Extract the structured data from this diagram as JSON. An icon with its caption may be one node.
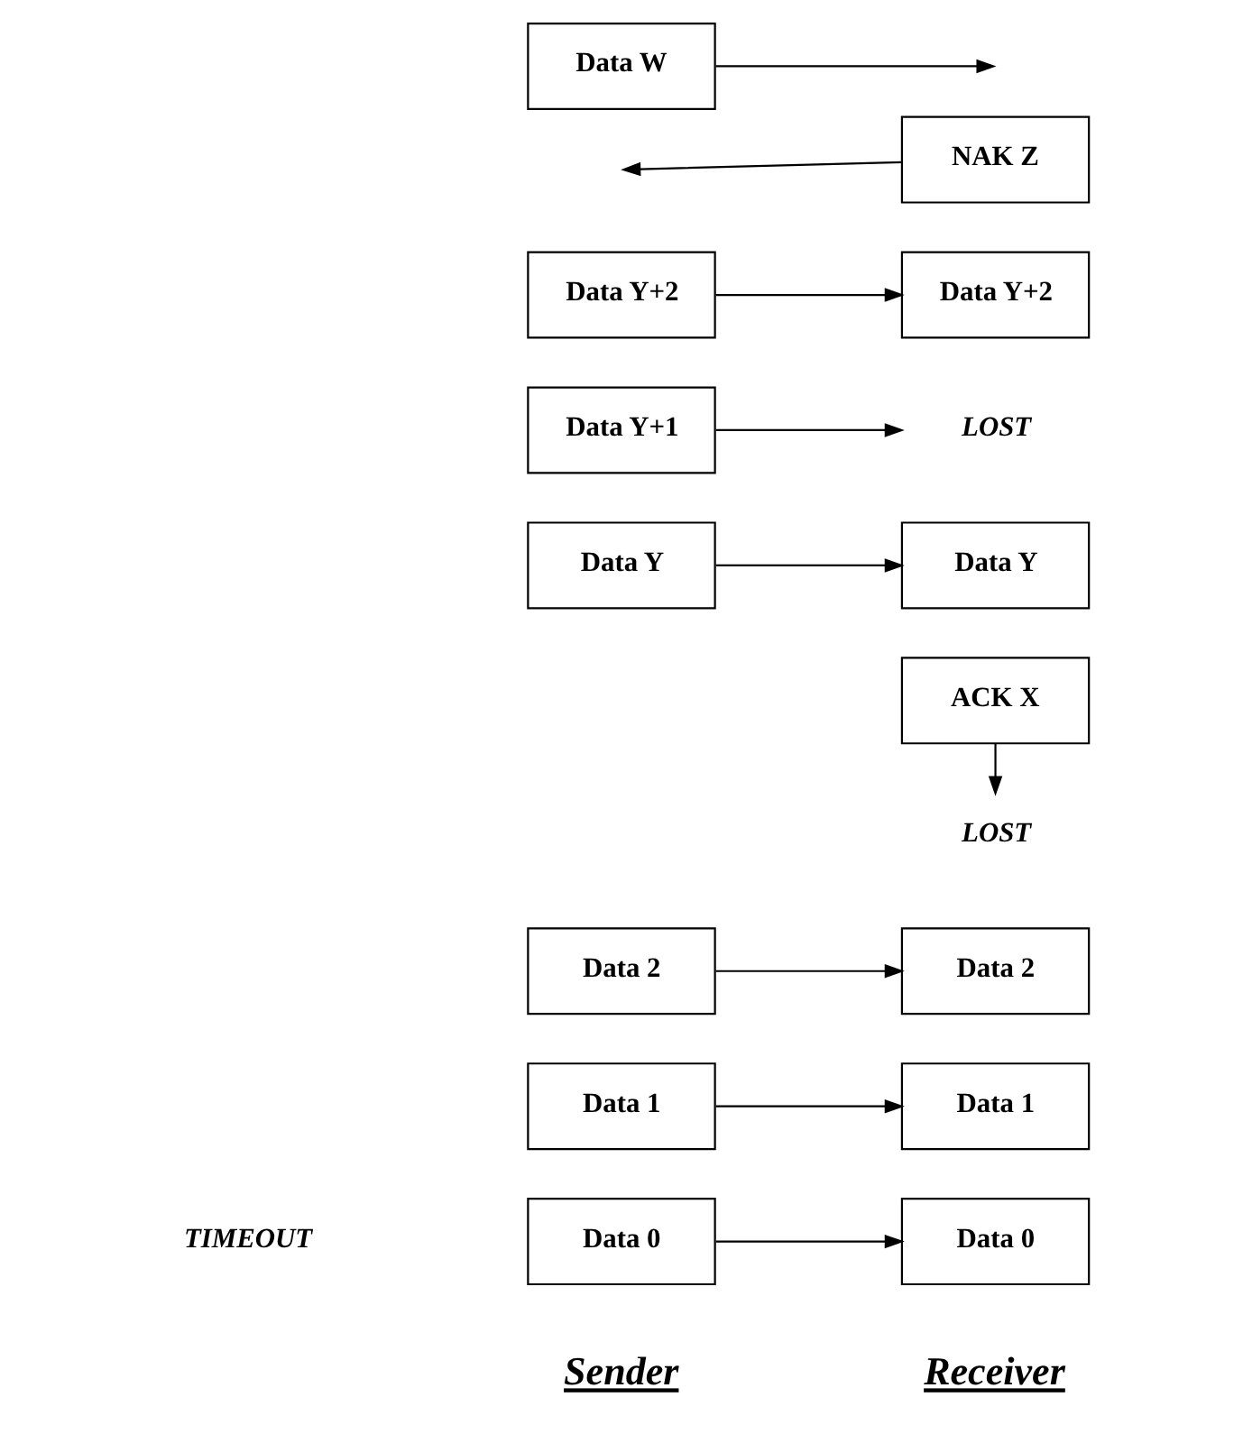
{
  "diagram": {
    "nodes": [
      {
        "text": [
          "Data 0"
        ]
      },
      {
        "text": [
          "Data 1"
        ]
      },
      {
        "text": [
          "Data 2"
        ]
      },
      {
        "text": [
          "Data 0"
        ]
      },
      {
        "text": [
          "Data 1"
        ]
      },
      {
        "text": [
          "Data 2"
        ]
      },
      {
        "text": [
          "ACK X"
        ]
      },
      {
        "text": [
          "LOST"
        ]
      },
      {
        "text": [
          "Data Y"
        ]
      },
      {
        "text": [
          "Data Y+1"
        ]
      },
      {
        "text": [
          "Data Y"
        ]
      },
      {
        "text": [
          "LOST"
        ]
      },
      {
        "text": [
          "Data Y+2"
        ]
      },
      {
        "text": [
          "Data Y+2"
        ]
      },
      {
        "text": [
          "NAK Z"
        ]
      },
      {
        "text": [
          "Data W"
        ]
      }
    ],
    "edges": [
      {
        "from": 0,
        "to": 3,
        "arrow": "to"
      },
      {
        "from": 1,
        "to": 4,
        "arrow": "to"
      },
      {
        "from": 2,
        "to": 5,
        "arrow": "to"
      },
      {
        "from": 6,
        "to": 7,
        "arrow": "to"
      },
      {
        "from": 8,
        "to": 10,
        "arrow": "to"
      },
      {
        "from": 9,
        "to": 11,
        "arrow": "to"
      },
      {
        "from": 12,
        "to": 13,
        "arrow": "to"
      },
      {
        "from": 14,
        "to": null,
        "arrow": "to"
      },
      {
        "from": 15,
        "to": null,
        "arrow": "to"
      }
    ],
    "labels": [
      "Sender",
      "Receiver",
      "TIMEOUT"
    ]
  }
}
